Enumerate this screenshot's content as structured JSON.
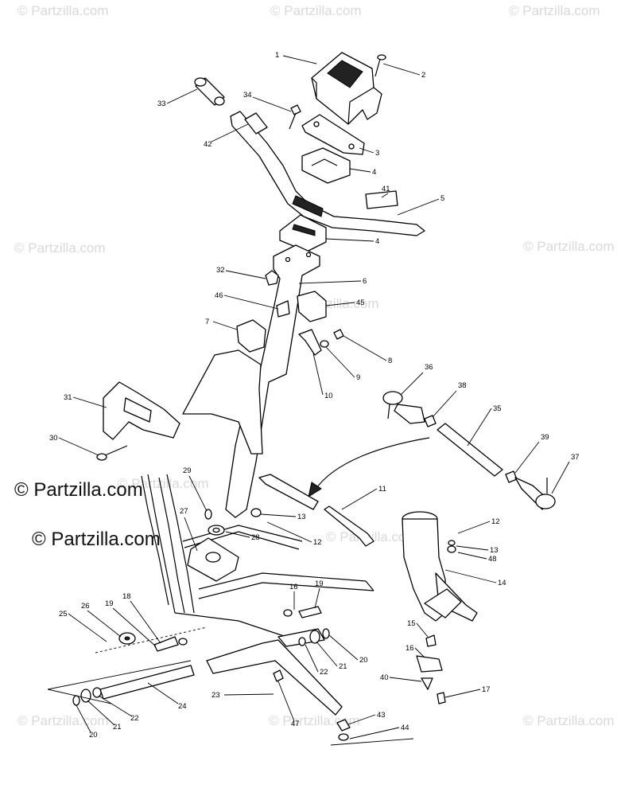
{
  "watermark": "© Partzilla.com",
  "brand_text": "© Partzilla.com",
  "colors": {
    "ink": "#000000",
    "watermark": "#d9d9d9",
    "background": "#ffffff"
  },
  "callouts": [
    {
      "id": "c1",
      "label": "1"
    },
    {
      "id": "c2",
      "label": "2"
    },
    {
      "id": "c3",
      "label": "3"
    },
    {
      "id": "c4a",
      "label": "4"
    },
    {
      "id": "c4b",
      "label": "4"
    },
    {
      "id": "c5",
      "label": "5"
    },
    {
      "id": "c6",
      "label": "6"
    },
    {
      "id": "c7",
      "label": "7"
    },
    {
      "id": "c8",
      "label": "8"
    },
    {
      "id": "c9",
      "label": "9"
    },
    {
      "id": "c10",
      "label": "10"
    },
    {
      "id": "c11",
      "label": "11"
    },
    {
      "id": "c12a",
      "label": "12"
    },
    {
      "id": "c12b",
      "label": "12"
    },
    {
      "id": "c13a",
      "label": "13"
    },
    {
      "id": "c13b",
      "label": "13"
    },
    {
      "id": "c14",
      "label": "14"
    },
    {
      "id": "c15",
      "label": "15"
    },
    {
      "id": "c16a",
      "label": "16"
    },
    {
      "id": "c16b",
      "label": "16"
    },
    {
      "id": "c17",
      "label": "17"
    },
    {
      "id": "c18",
      "label": "18"
    },
    {
      "id": "c19a",
      "label": "19"
    },
    {
      "id": "c19b",
      "label": "19"
    },
    {
      "id": "c20a",
      "label": "20"
    },
    {
      "id": "c20b",
      "label": "20"
    },
    {
      "id": "c21a",
      "label": "21"
    },
    {
      "id": "c21b",
      "label": "21"
    },
    {
      "id": "c22a",
      "label": "22"
    },
    {
      "id": "c22b",
      "label": "22"
    },
    {
      "id": "c23",
      "label": "23"
    },
    {
      "id": "c24",
      "label": "24"
    },
    {
      "id": "c25",
      "label": "25"
    },
    {
      "id": "c26",
      "label": "26"
    },
    {
      "id": "c27",
      "label": "27"
    },
    {
      "id": "c28",
      "label": "28"
    },
    {
      "id": "c29",
      "label": "29"
    },
    {
      "id": "c30",
      "label": "30"
    },
    {
      "id": "c31",
      "label": "31"
    },
    {
      "id": "c32",
      "label": "32"
    },
    {
      "id": "c33",
      "label": "33"
    },
    {
      "id": "c34",
      "label": "34"
    },
    {
      "id": "c35",
      "label": "35"
    },
    {
      "id": "c36",
      "label": "36"
    },
    {
      "id": "c37",
      "label": "37"
    },
    {
      "id": "c38",
      "label": "38"
    },
    {
      "id": "c39",
      "label": "39"
    },
    {
      "id": "c40",
      "label": "40"
    },
    {
      "id": "c41",
      "label": "41"
    },
    {
      "id": "c42",
      "label": "42"
    },
    {
      "id": "c43",
      "label": "43"
    },
    {
      "id": "c44",
      "label": "44"
    },
    {
      "id": "c45",
      "label": "45"
    },
    {
      "id": "c46",
      "label": "46"
    },
    {
      "id": "c47",
      "label": "47"
    },
    {
      "id": "c48",
      "label": "48"
    }
  ]
}
